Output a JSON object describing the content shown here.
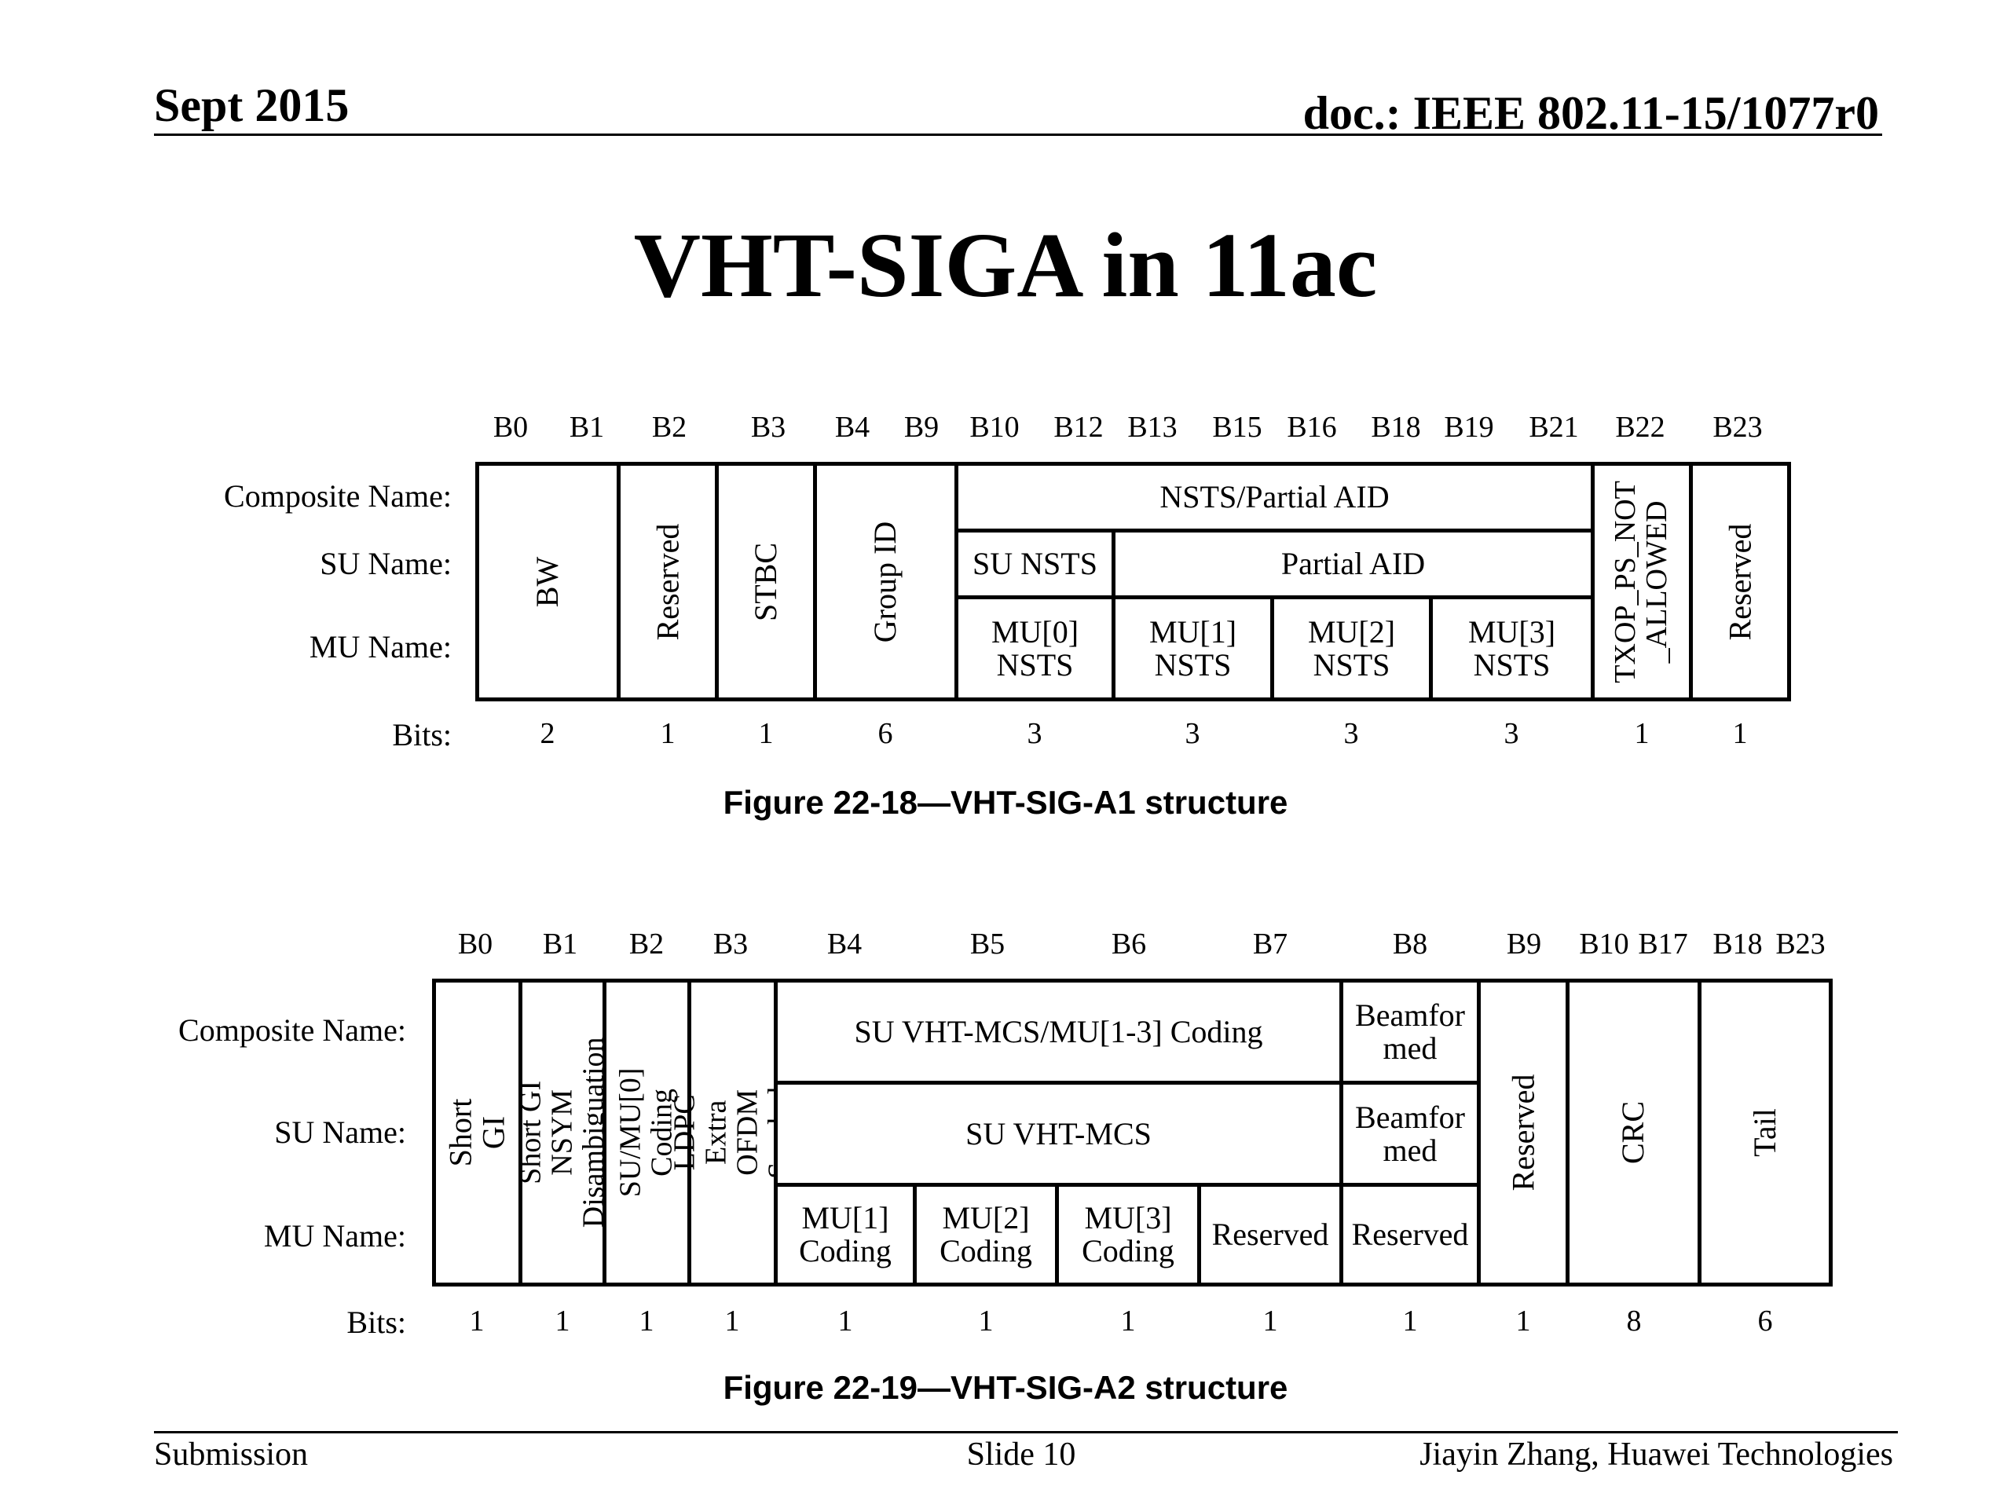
{
  "header": {
    "date": "Sept 2015",
    "doc": "doc.: IEEE 802.11-15/1077r0"
  },
  "title": "VHT-SIGA in 11ac",
  "row_labels": {
    "composite": "Composite Name:",
    "su": "SU Name:",
    "mu": "MU Name:",
    "bits": "Bits:"
  },
  "figure1": {
    "caption": "Figure 22-18—VHT-SIG-A1 structure",
    "bit_positions": [
      "B0",
      "B1",
      "B2",
      "B3",
      "B4",
      "B9",
      "B10",
      "B12",
      "B13",
      "B15",
      "B16",
      "B18",
      "B19",
      "B21",
      "B22",
      "B23"
    ],
    "fields": [
      {
        "name": "BW"
      },
      {
        "name": "Reserved"
      },
      {
        "name": "STBC"
      },
      {
        "name": "Group ID"
      },
      {
        "composite": "NSTS/Partial AID",
        "su_a": "SU NSTS",
        "su_b": "Partial AID",
        "mu": [
          "MU[0]\nNSTS",
          "MU[1]\nNSTS",
          "MU[2]\nNSTS",
          "MU[3]\nNSTS"
        ]
      },
      {
        "name": "TXOP_PS_NOT\n_ALLOWED"
      },
      {
        "name": "Reserved"
      }
    ],
    "bits": [
      "2",
      "1",
      "1",
      "6",
      "3",
      "3",
      "3",
      "3",
      "1",
      "1"
    ]
  },
  "figure2": {
    "caption": "Figure 22-19—VHT-SIG-A2 structure",
    "bit_positions": [
      "B0",
      "B1",
      "B2",
      "B3",
      "B4",
      "B5",
      "B6",
      "B7",
      "B8",
      "B9",
      "B10",
      "B17",
      "B18",
      "B23"
    ],
    "fields": [
      {
        "name": "Short GI"
      },
      {
        "name": "Short GI NSYM\nDisambiguation"
      },
      {
        "name": "SU/MU[0] Coding"
      },
      {
        "name": "LDPC Extra\nOFDM Symbol"
      },
      {
        "composite": "SU VHT-MCS/MU[1-3] Coding",
        "su": "SU VHT-MCS",
        "mu": [
          "MU[1]\nCoding",
          "MU[2]\nCoding",
          "MU[3]\nCoding",
          "Reserved"
        ]
      },
      {
        "composite": "Beamfor\nmed",
        "su": "Beamfor\nmed",
        "mu": "Reserved"
      },
      {
        "name": "Reserved"
      },
      {
        "name": "CRC"
      },
      {
        "name": "Tail"
      }
    ],
    "bits": [
      "1",
      "1",
      "1",
      "1",
      "1",
      "1",
      "1",
      "1",
      "1",
      "1",
      "8",
      "6"
    ]
  },
  "footer": {
    "left": "Submission",
    "center": "Slide 10",
    "right": "Jiayin Zhang, Huawei Technologies"
  }
}
